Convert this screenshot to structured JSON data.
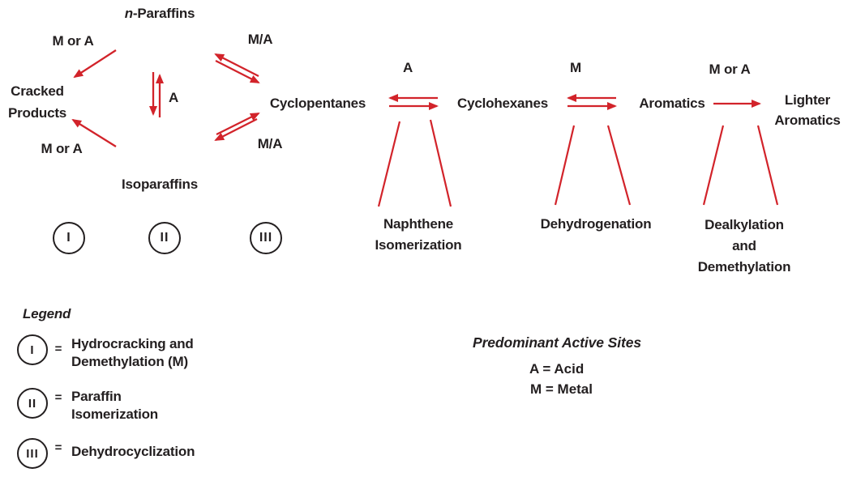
{
  "colors": {
    "arrow_red": "#D2232A",
    "text_dark": "#231F20"
  },
  "nodes": {
    "n_paraffins_prefix": "n",
    "n_paraffins_suffix": "-Paraffins",
    "cracked_line1": "Cracked",
    "cracked_line2": "Products",
    "isoparaffins": "Isoparaffins",
    "cyclopentanes": "Cyclopentanes",
    "cyclohexanes": "Cyclohexanes",
    "aromatics": "Aromatics",
    "lighter_line1": "Lighter",
    "lighter_line2": "Aromatics"
  },
  "site_labels": {
    "m_or_a_top_left": "M or A",
    "m_or_a_bottom_left": "M or A",
    "ma_top": "M/A",
    "ma_bottom": "M/A",
    "a_center": "A",
    "a_eq1": "A",
    "m_eq2": "M",
    "m_or_a_right": "M or A"
  },
  "process_labels": {
    "naphthene_line1": "Naphthene",
    "naphthene_line2": "Isomerization",
    "dehydrogenation": "Dehydrogenation",
    "dealkylation_line1": "Dealkylation",
    "dealkylation_line2": "and",
    "dealkylation_line3": "Demethylation"
  },
  "reaction_markers": {
    "i": "I",
    "ii": "II",
    "iii": "III"
  },
  "legend": {
    "title": "Legend",
    "items": [
      {
        "numeral": "I",
        "eq": "=",
        "line1": "Hydrocracking and",
        "line2": "Demethylation (M)"
      },
      {
        "numeral": "II",
        "eq": "=",
        "line1": "Paraffin",
        "line2": "Isomerization"
      },
      {
        "numeral": "III",
        "eq": "=",
        "line1": "Dehydrocyclization",
        "line2": ""
      }
    ]
  },
  "active_sites": {
    "title": "Predominant Active Sites",
    "a": "A = Acid",
    "m": "M = Metal"
  }
}
